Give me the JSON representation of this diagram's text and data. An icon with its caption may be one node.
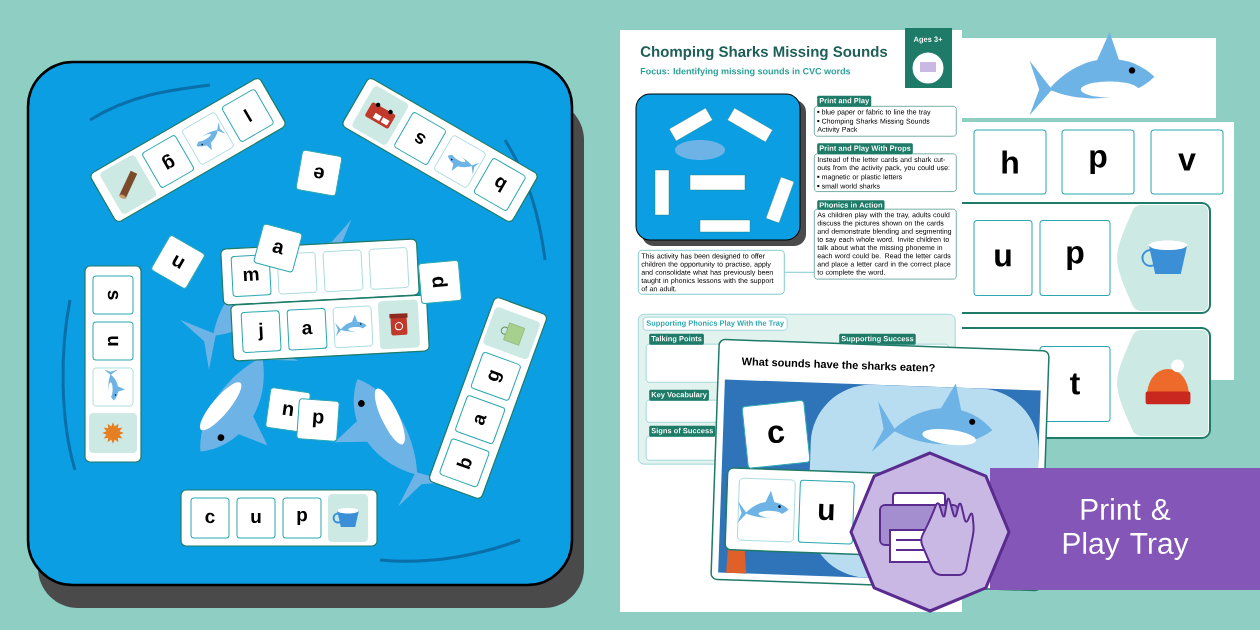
{
  "diagram": {
    "title": "Chomping Sharks Missing Sounds",
    "nodes": [
      {
        "text": [
          "Print and Play",
          "blue paper or fabric to line the tray",
          "Chomping Sharks Missing Sounds Activity Pack"
        ]
      },
      {
        "text": [
          "Print and Play With Props",
          "Instead of the letter cards and shark cut-outs from the activity pack, you could use:",
          "magnetic or plastic letters",
          "small world sharks"
        ]
      },
      {
        "text": [
          "Phonics in Action",
          "As children play with the tray, adults could discuss the pictures shown on the cards and demonstrate blending and segmenting to say each whole word. Invite children to talk about what the missing phoneme in each word could be. Read the letter cards and place a letter card in the correct place to complete the word."
        ]
      },
      {
        "text": [
          "This activity has been designed to offer children the opportunity to practise, apply and consolidate what has previously been taught in phonics lessons with the support of an adult."
        ]
      },
      {
        "text": [
          "Supporting Phonics Play With the Tray"
        ]
      },
      {
        "text": [
          "Talking Points"
        ],
        "in": 4
      },
      {
        "text": [
          "Key Vocabulary"
        ],
        "in": 4
      },
      {
        "text": [
          "Signs of Success"
        ],
        "in": 4
      },
      {
        "text": [
          "Supporting Success"
        ],
        "in": 4
      }
    ],
    "edges": [
      {
        "from": 3,
        "to": 2,
        "arrow": "none"
      }
    ],
    "labels": [
      "l",
      "g",
      "b",
      "s",
      "e",
      "n",
      "a",
      "m",
      "p",
      "s",
      "u",
      "j",
      "a",
      "n",
      "p",
      "b",
      "a",
      "g",
      "c",
      "u",
      "p",
      "Focus: Identifying missing sounds in CVC words",
      "Ages 3+",
      "h",
      "p",
      "v",
      "u",
      "p",
      "t",
      "What sounds have the sharks eaten?",
      "c",
      "u",
      "Print & Play Tray"
    ]
  }
}
